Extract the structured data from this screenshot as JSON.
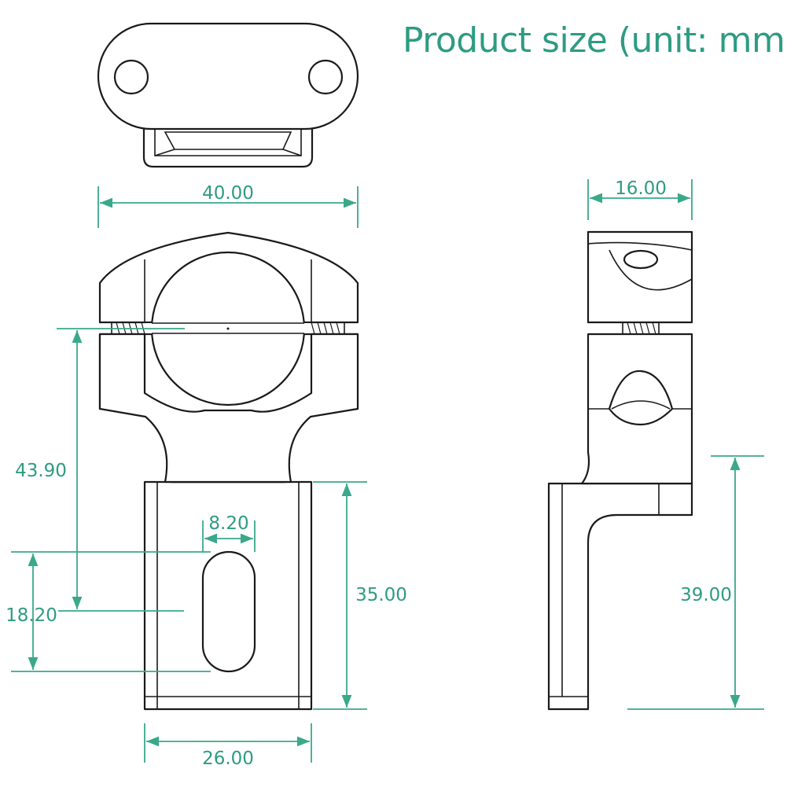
{
  "title": "Product size (unit: mm)",
  "colors": {
    "dimension": "#3aa88a",
    "title": "#2e9b82",
    "outline": "#1a1a1a",
    "background": "#ffffff"
  },
  "dimensions": {
    "clamp_width": "40.00",
    "side_depth": "16.00",
    "center_to_slot": "43.90",
    "slot_width": "8.20",
    "slot_length": "18.20",
    "bracket_length": "35.00",
    "side_height": "39.00",
    "bracket_width": "26.00"
  }
}
